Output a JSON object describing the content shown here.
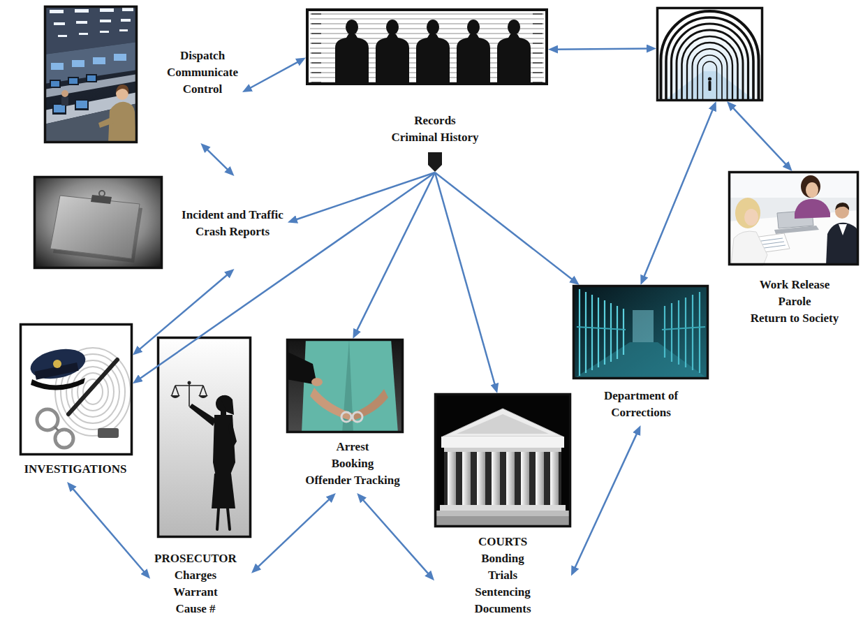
{
  "diagram": {
    "nodes": [
      {
        "text": [
          "Dispatch Communicate Control"
        ]
      },
      {
        "text": [
          "Records Criminal History"
        ]
      },
      {
        "text": []
      },
      {
        "text": [
          "Incident and Traffic Crash Reports"
        ]
      },
      {
        "text": [
          "Work Release Parole Return to Society"
        ]
      },
      {
        "text": [
          "Department of Corrections"
        ]
      },
      {
        "text": [
          "INVESTIGATIONS"
        ]
      },
      {
        "text": [
          "Arrest Booking Offender Tracking"
        ]
      },
      {
        "text": [
          "PROSECUTOR Charges Warrant Cause #"
        ]
      },
      {
        "text": [
          "COURTS Bonding Trials Sentencing Documents"
        ]
      }
    ],
    "edges": [
      {
        "from": 0,
        "to": 1,
        "arrow": "both"
      },
      {
        "from": 1,
        "to": 2,
        "arrow": "both"
      },
      {
        "from": 0,
        "to": 3,
        "arrow": "both"
      },
      {
        "from": 1,
        "to": 3,
        "arrow": "to"
      },
      {
        "from": 1,
        "to": 6,
        "arrow": "to"
      },
      {
        "from": 1,
        "to": 7,
        "arrow": "to"
      },
      {
        "from": 1,
        "to": 9,
        "arrow": "to"
      },
      {
        "from": 1,
        "to": 5,
        "arrow": "to"
      },
      {
        "from": 3,
        "to": 6,
        "arrow": "both"
      },
      {
        "from": 2,
        "to": 4,
        "arrow": "both"
      },
      {
        "from": 2,
        "to": 5,
        "arrow": "both"
      },
      {
        "from": 6,
        "to": 8,
        "arrow": "both"
      },
      {
        "from": 8,
        "to": 7,
        "arrow": "both"
      },
      {
        "from": 7,
        "to": 9,
        "arrow": "both"
      },
      {
        "from": 9,
        "to": 5,
        "arrow": "both"
      }
    ]
  }
}
